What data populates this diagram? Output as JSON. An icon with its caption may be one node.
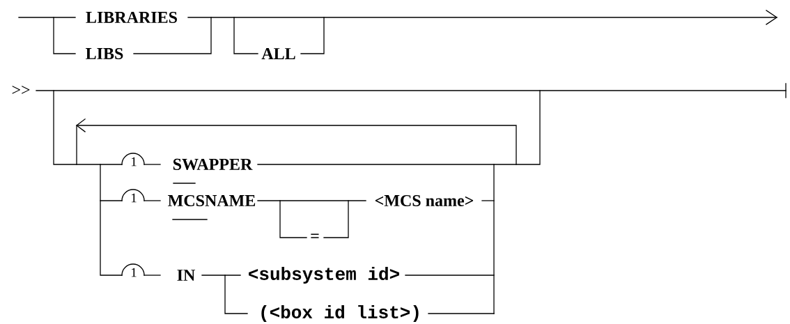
{
  "diagram": {
    "labels": [
      "LIBRARIES",
      "LIBS",
      "ALL",
      ">>",
      "1",
      "SWAPPER",
      "1",
      "MCSNAME",
      "=",
      "<MCS name>",
      "1",
      "IN",
      "<subsystem id>",
      "(<box id list>)"
    ]
  }
}
